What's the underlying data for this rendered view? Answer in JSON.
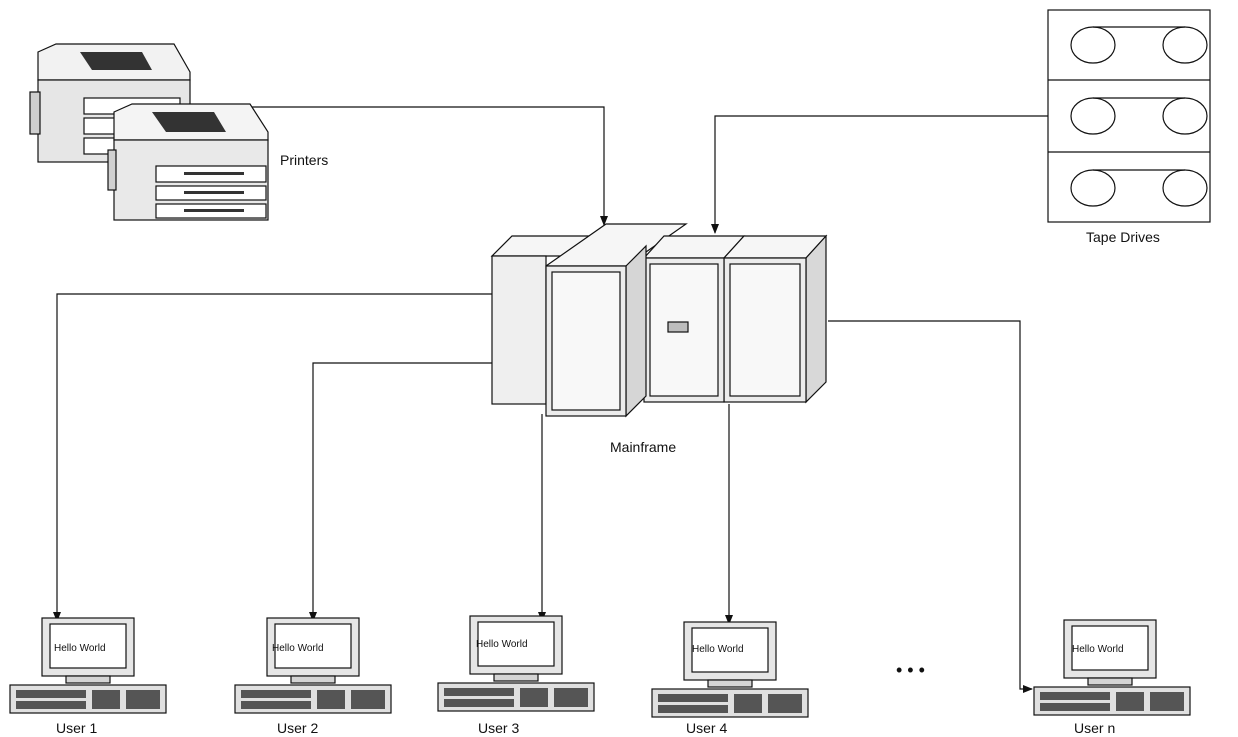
{
  "labels": {
    "printers": "Printers",
    "tape_drives": "Tape Drives",
    "mainframe": "Mainframe",
    "ellipsis": "• • •"
  },
  "screen_text": "Hello World",
  "users": [
    "User 1",
    "User 2",
    "User 3",
    "User 4",
    "User n"
  ],
  "colors": {
    "line": "#111111",
    "device_fill": "#eeeeee",
    "screen_fill": "#ffffff"
  }
}
